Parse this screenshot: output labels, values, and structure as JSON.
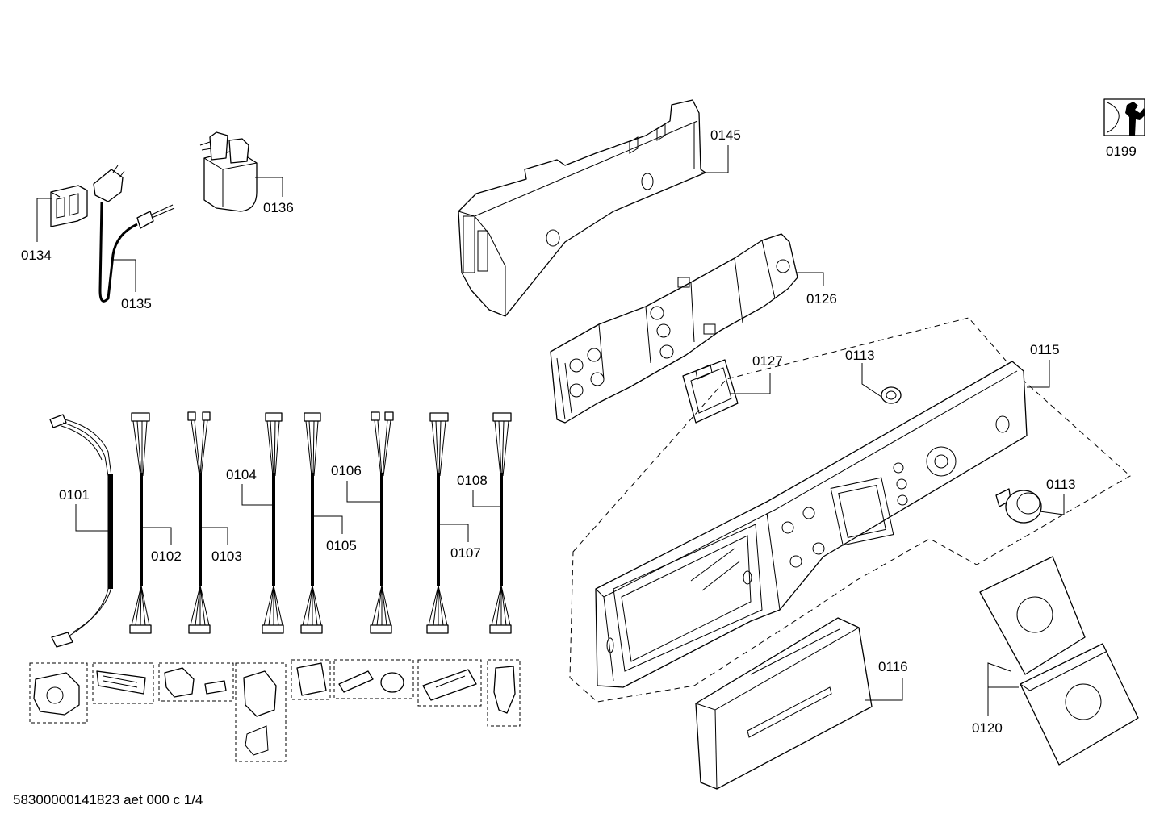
{
  "labels": {
    "p0101": "0101",
    "p0102": "0102",
    "p0103": "0103",
    "p0104": "0104",
    "p0105": "0105",
    "p0106": "0106",
    "p0107": "0107",
    "p0108": "0108",
    "p0113a": "0113",
    "p0113b": "0113",
    "p0115": "0115",
    "p0116": "0116",
    "p0120": "0120",
    "p0126": "0126",
    "p0127": "0127",
    "p0134": "0134",
    "p0135": "0135",
    "p0136": "0136",
    "p0145": "0145",
    "p0199": "0199"
  },
  "footer": "58300000141823 aet 000 c 1/4"
}
